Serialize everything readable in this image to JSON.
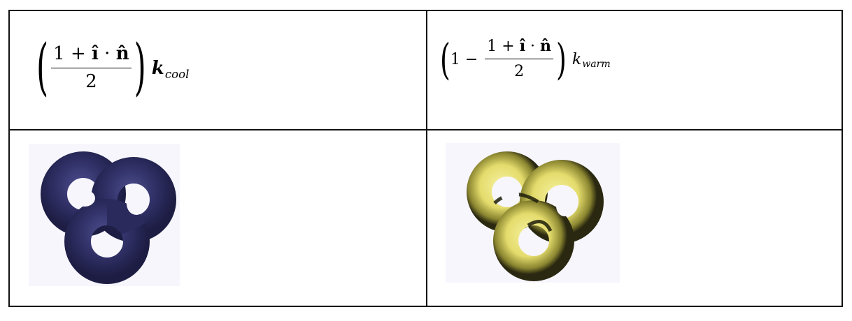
{
  "formula_cool": {
    "num": "1 + î · n̂",
    "num_plus": "1 + ",
    "num_l": "î",
    "num_dot": " · ",
    "num_n": "n̂",
    "den": "2",
    "k": "k",
    "sub": "cool"
  },
  "formula_warm": {
    "prefix": "1 −",
    "num_plus": "1 + ",
    "num_l": "î",
    "num_dot": " · ",
    "num_n": "n̂",
    "den": "2",
    "k": "k",
    "sub": "warm"
  },
  "colors": {
    "cool_base": "#2e2e63",
    "cool_highlight": "#4a4a8a",
    "warm_base": "#e8e27a",
    "warm_shadow": "#1e1e0a",
    "image_bg": "#f7f6fd"
  }
}
